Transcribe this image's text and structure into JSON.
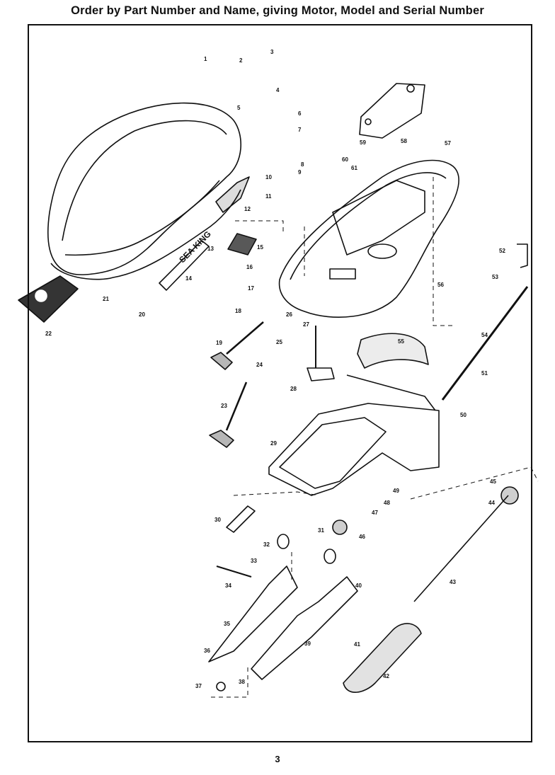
{
  "header": {
    "title": "Order by Part Number and Name, giving Motor, Model and Serial Number"
  },
  "diagram": {
    "decal_text": "SEA KING",
    "callouts": [
      "1",
      "2",
      "3",
      "4",
      "5",
      "6",
      "7",
      "8",
      "9",
      "10",
      "11",
      "12",
      "13",
      "14",
      "15",
      "16",
      "17",
      "18",
      "19",
      "20",
      "21",
      "22",
      "23",
      "24",
      "25",
      "26",
      "27",
      "28",
      "29",
      "30",
      "31",
      "32",
      "33",
      "34",
      "35",
      "36",
      "37",
      "38",
      "39",
      "40",
      "41",
      "42",
      "43",
      "44",
      "45",
      "46",
      "47",
      "48",
      "49",
      "50",
      "51",
      "52",
      "53",
      "54",
      "55",
      "56",
      "57",
      "58",
      "59",
      "60",
      "61"
    ]
  },
  "footer": {
    "page_number": "3"
  }
}
